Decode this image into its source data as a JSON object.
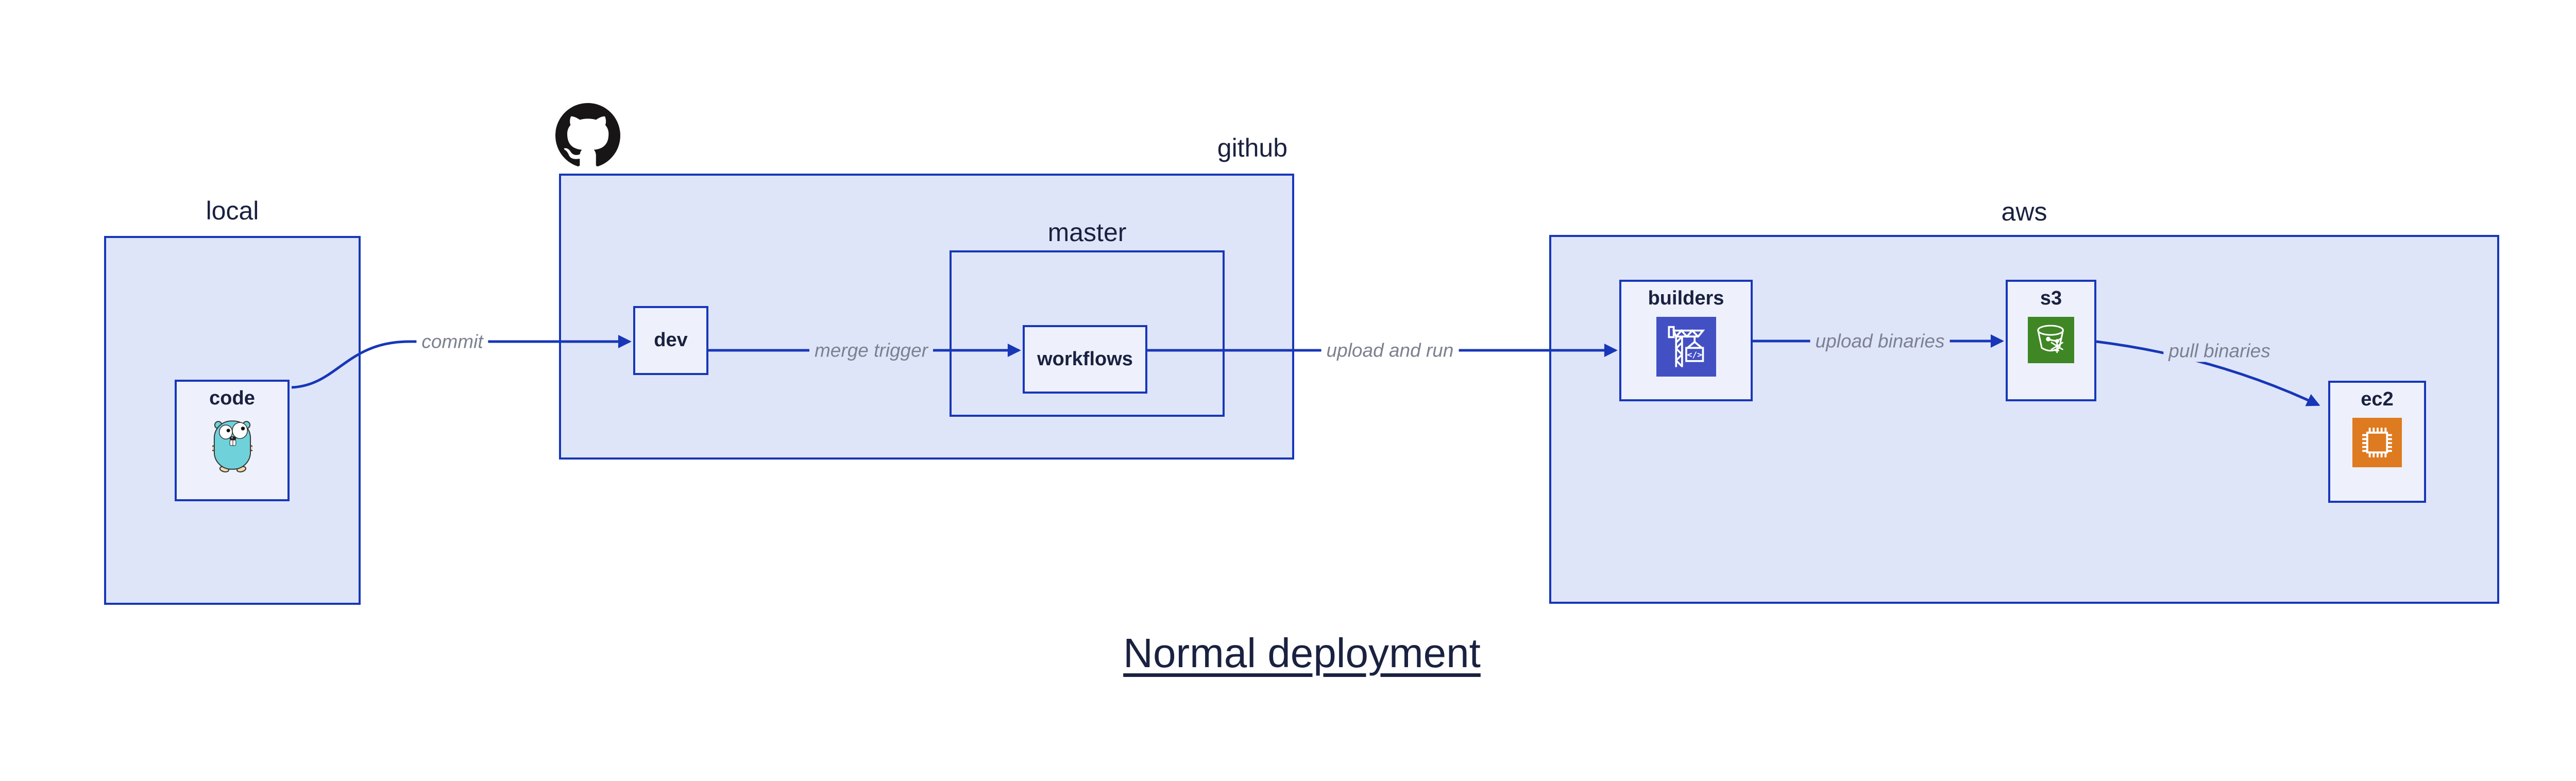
{
  "title": {
    "text": "Normal deployment"
  },
  "groups": {
    "local": {
      "label": "local"
    },
    "github": {
      "label": "github"
    },
    "master": {
      "label": "master"
    },
    "aws": {
      "label": "aws"
    }
  },
  "nodes": {
    "code": {
      "label": "code",
      "icon": "go-gopher-icon"
    },
    "dev": {
      "label": "dev"
    },
    "workflows": {
      "label": "workflows"
    },
    "builders": {
      "label": "builders",
      "icon": "codebuild-crane-icon"
    },
    "s3": {
      "label": "s3",
      "icon": "s3-bucket-snowflake-icon"
    },
    "ec2": {
      "label": "ec2",
      "icon": "ec2-chip-icon"
    }
  },
  "edges": [
    {
      "id": "commit",
      "label": "commit"
    },
    {
      "id": "merge-trigger",
      "label": "merge trigger"
    },
    {
      "id": "upload-and-run",
      "label": "upload and run"
    },
    {
      "id": "upload-binaries",
      "label": "upload binaries"
    },
    {
      "id": "pull-binaries",
      "label": "pull binaries"
    }
  ],
  "icons": {
    "header_logo": "github-octocat-icon"
  },
  "colors": {
    "canvas_bg": "#ffffff",
    "group_fill": "#dfe5f9",
    "node_fill": "#eef1fc",
    "stroke_blue": "#1737b8",
    "dark_text": "#1a2140",
    "edge_label": "#7c8191",
    "codebuild_indigo": "#4250c4",
    "s3_green": "#3f8624",
    "ec2_orange": "#de7a1f",
    "gopher_teal": "#6fd2da",
    "gopher_tan": "#f5d7a9",
    "octocat_black": "#171515"
  }
}
